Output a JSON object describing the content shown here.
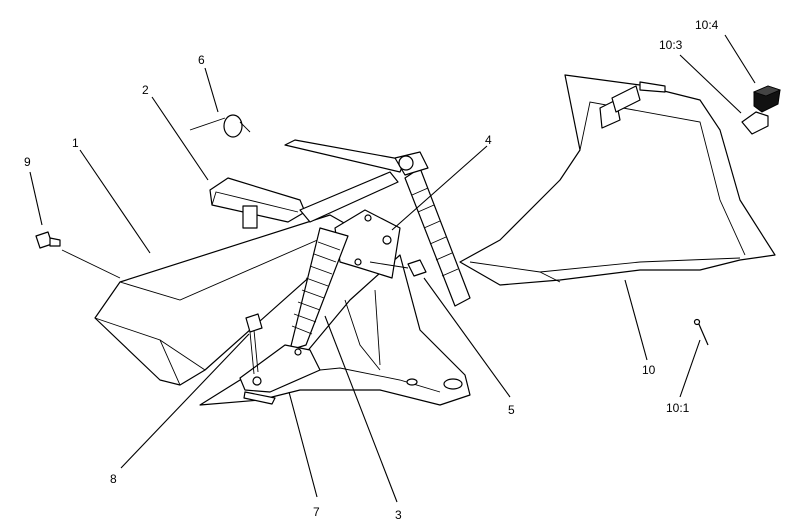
{
  "diagram": {
    "callouts": [
      {
        "id": "c1",
        "label": "1"
      },
      {
        "id": "c2",
        "label": "2"
      },
      {
        "id": "c3",
        "label": "3"
      },
      {
        "id": "c4",
        "label": "4"
      },
      {
        "id": "c5",
        "label": "5"
      },
      {
        "id": "c6",
        "label": "6"
      },
      {
        "id": "c7",
        "label": "7"
      },
      {
        "id": "c8",
        "label": "8"
      },
      {
        "id": "c9",
        "label": "9"
      },
      {
        "id": "c10",
        "label": "10"
      },
      {
        "id": "c101",
        "label": "10:1"
      },
      {
        "id": "c103",
        "label": "10:3"
      },
      {
        "id": "c104",
        "label": "10:4"
      }
    ]
  }
}
